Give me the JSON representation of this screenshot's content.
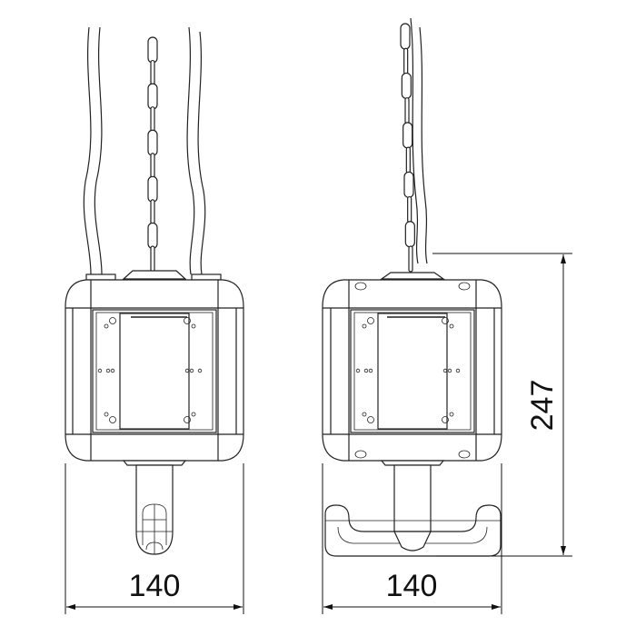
{
  "dimensions": {
    "front_width": "140",
    "side_width": "140",
    "height": "247"
  },
  "colors": {
    "line": "#222222",
    "background": "#ffffff"
  }
}
